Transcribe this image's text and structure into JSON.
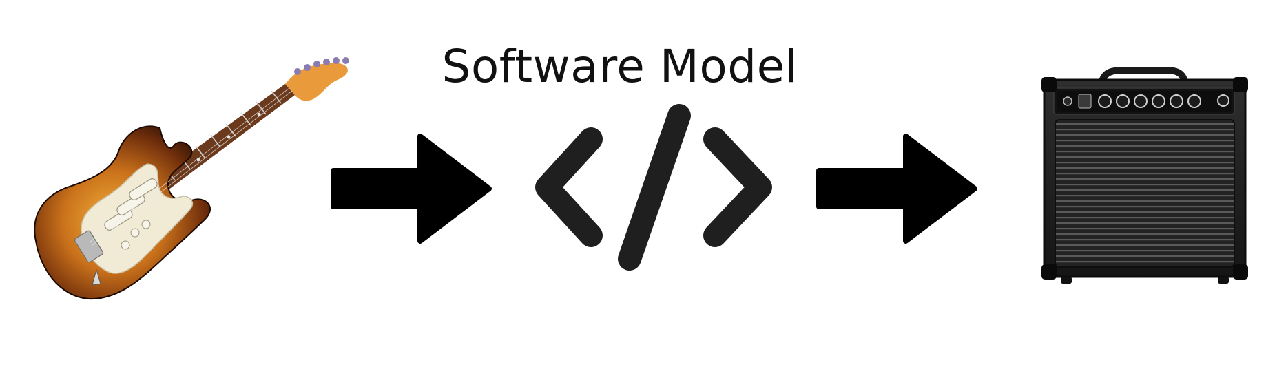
{
  "diagram": {
    "title": "Software Model",
    "nodes": [
      {
        "id": "guitar",
        "icon": "electric-guitar-icon"
      },
      {
        "id": "software",
        "icon": "code-brackets-icon"
      },
      {
        "id": "amplifier",
        "icon": "guitar-amplifier-icon"
      }
    ],
    "edges": [
      {
        "from": "guitar",
        "to": "software"
      },
      {
        "from": "software",
        "to": "amplifier"
      }
    ]
  },
  "colors": {
    "arrow": "#000000",
    "code_icon": "#1f1f1f",
    "guitar_body": "#8a3e0c",
    "guitar_pickguard": "#f1ebd6",
    "amp_body": "#1b1b1b",
    "amp_grille": "#2b2b2b",
    "background": "#ffffff"
  }
}
